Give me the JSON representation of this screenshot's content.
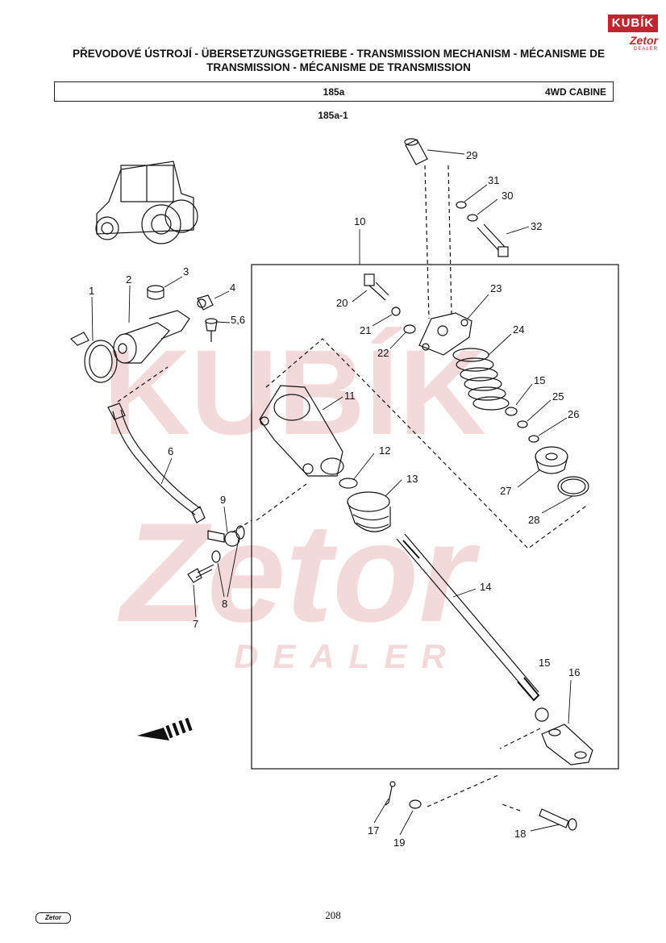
{
  "header": {
    "title_line1": "PŘEVODOVÉ ÚSTROJÍ - ÜBERSETZUNGSGETRIEBE - TRANSMISSION MECHANISM - MÉCANISME DE",
    "title_line2": "TRANSMISSION - MÉCANISME DE TRANSMISSION",
    "code": "185a",
    "model": "4WD CABINE",
    "subcode": "185a-1"
  },
  "logo": {
    "brand": "KUBÍK",
    "sub": "Zetor",
    "tag": "DEALER"
  },
  "watermark": {
    "top": "KUBÍK",
    "middle": "Zetor",
    "bottom": "DEALER"
  },
  "footer": {
    "page": "208",
    "logo": "Zetor"
  },
  "callouts": {
    "c1": "1",
    "c2": "2",
    "c3": "3",
    "c4": "4",
    "c56": "5,6",
    "c6": "6",
    "c7": "7",
    "c8": "8",
    "c9": "9",
    "c10": "10",
    "c11": "11",
    "c12": "12",
    "c13": "13",
    "c14": "14",
    "c15a": "15",
    "c15b": "15",
    "c16": "16",
    "c17": "17",
    "c18": "18",
    "c19": "19",
    "c20": "20",
    "c21": "21",
    "c22": "22",
    "c23": "23",
    "c24": "24",
    "c25": "25",
    "c26": "26",
    "c27": "27",
    "c28": "28",
    "c29": "29",
    "c30": "30",
    "c31": "31",
    "c32": "32"
  },
  "colors": {
    "watermark": "#f3d9d9",
    "brand": "#c0262d",
    "line": "#111111"
  }
}
